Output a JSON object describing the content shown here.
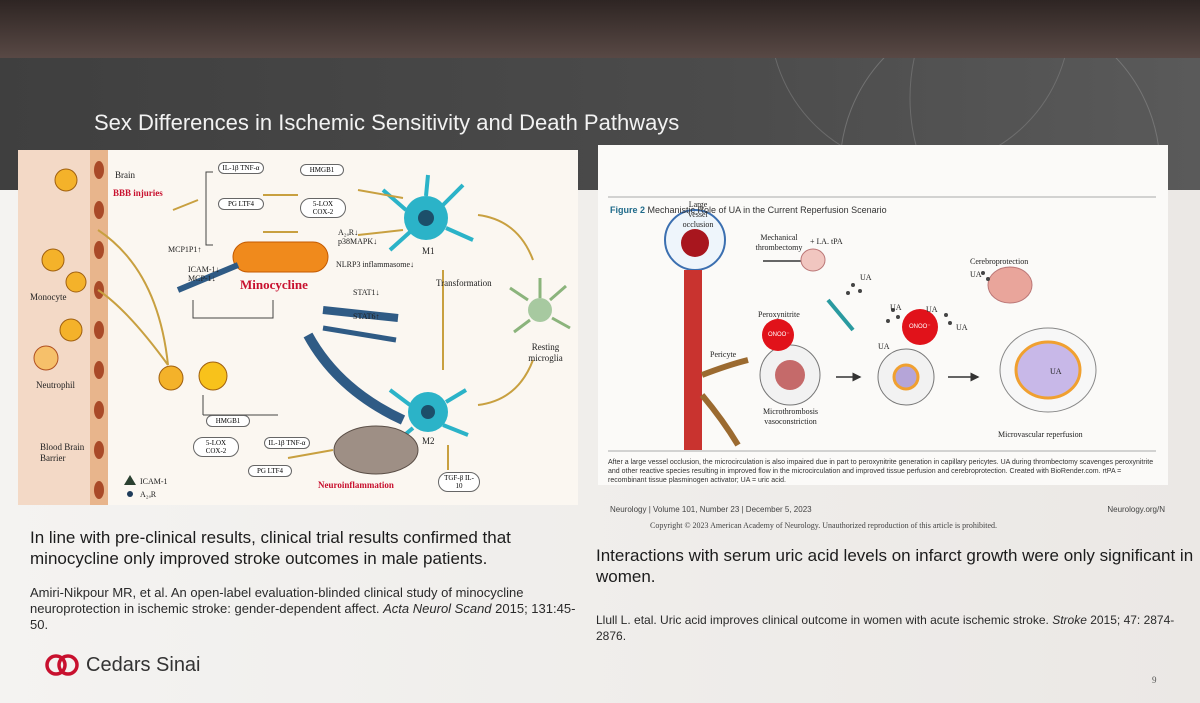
{
  "slide": {
    "title": "Sex Differences in Ischemic Sensitivity and Death Pathways",
    "page_number": "9",
    "logo_text": "Cedars Sinai"
  },
  "left_figure": {
    "brain": "Brain",
    "bbb_injuries": "BBB injuries",
    "monocyte": "Monocyte",
    "neutrophil": "Neutrophil",
    "blood_brain_barrier": "Blood Brain Barrier",
    "minocycline": "Minocycline",
    "m1": "M1",
    "m2": "M2",
    "transformation": "Transformation",
    "resting_microglia": "Resting microglia",
    "neuroinflammation": "Neuroinflammation",
    "il1b_tnfa": "IL-1β TNF-α",
    "hmgb1": "HMGB1",
    "pg_ltf4": "PG LTF4",
    "slox_cox2": "5-LOX COX-2",
    "mcp1p1": "MCP1P1↑",
    "icam_mcp": "ICAM-1↓ MCP-1↓",
    "a2ar_p38": "A₂ₐR↓ p38MAPK↓",
    "nlrp3": "NLRP3 inflammasome↓",
    "stat1": "STAT1↓",
    "stat6": "STAT6↑",
    "tgfb": "TGF-β IL-10",
    "icam_legend": "ICAM-1",
    "a2ar_legend": "A₂ₐR"
  },
  "right_figure": {
    "figure_label": "Figure 2",
    "figure_title": "Mechanistic Role of UA in the Current Reperfusion Scenario",
    "large_vessel": "Large vessel occlusion",
    "mech_thrombectomy": "Mechanical thrombectomy",
    "ia_tpa": "+ I.A. tPA",
    "cerebroprotection": "Cerebroprotection",
    "ua": "UA",
    "peroxynitrite": "Peroxynitrite",
    "onoo": "ONOO⁻",
    "pericyte": "Pericyte",
    "microthrombosis": "Microthrombosis vasoconstriction",
    "micro_reperfusion": "Microvascular reperfusion",
    "caption": "After a large vessel occlusion, the microcirculation is also impaired due in part to peroxynitrite generation in capillary pericytes. UA during thrombectomy scavenges peroxynitrite and other reactive species resulting in improved flow in the microcirculation and improved tissue perfusion and cerebroprotection. Created with BioRender.com. rtPA = recombinant tissue plasminogen activator; UA = uric acid.",
    "journal_left": "Neurology  |  Volume 101, Number 23  |  December 5, 2023",
    "journal_right": "Neurology.org/N",
    "copyright": "Copyright © 2023 American Academy of Neurology. Unauthorized reproduction of this article is prohibited."
  },
  "left_text": {
    "summary": "In line with pre-clinical results, clinical trial results confirmed that minocycline only improved stroke outcomes in male patients.",
    "reference_main": "Amiri-Nikpour MR, et al. An open-label evaluation-blinded clinical study of minocycline neuroprotection in ischemic stroke: gender-dependent affect. ",
    "reference_journal": "Acta Neurol Scand",
    "reference_tail": " 2015; 131:45-50."
  },
  "right_text": {
    "summary": "Interactions with serum uric acid levels on infarct growth were only significant in women.",
    "reference_main": "Llull L. etal. Uric acid improves clinical outcome in women with acute ischemic stroke. ",
    "reference_journal": "Stroke",
    "reference_tail": " 2015; 47: 2874-2876."
  },
  "colors": {
    "logo_red": "#c8102e",
    "red_accent": "#d0201f",
    "orange_pill": "#f08a1c",
    "cyan_cell": "#2bb3c8"
  }
}
